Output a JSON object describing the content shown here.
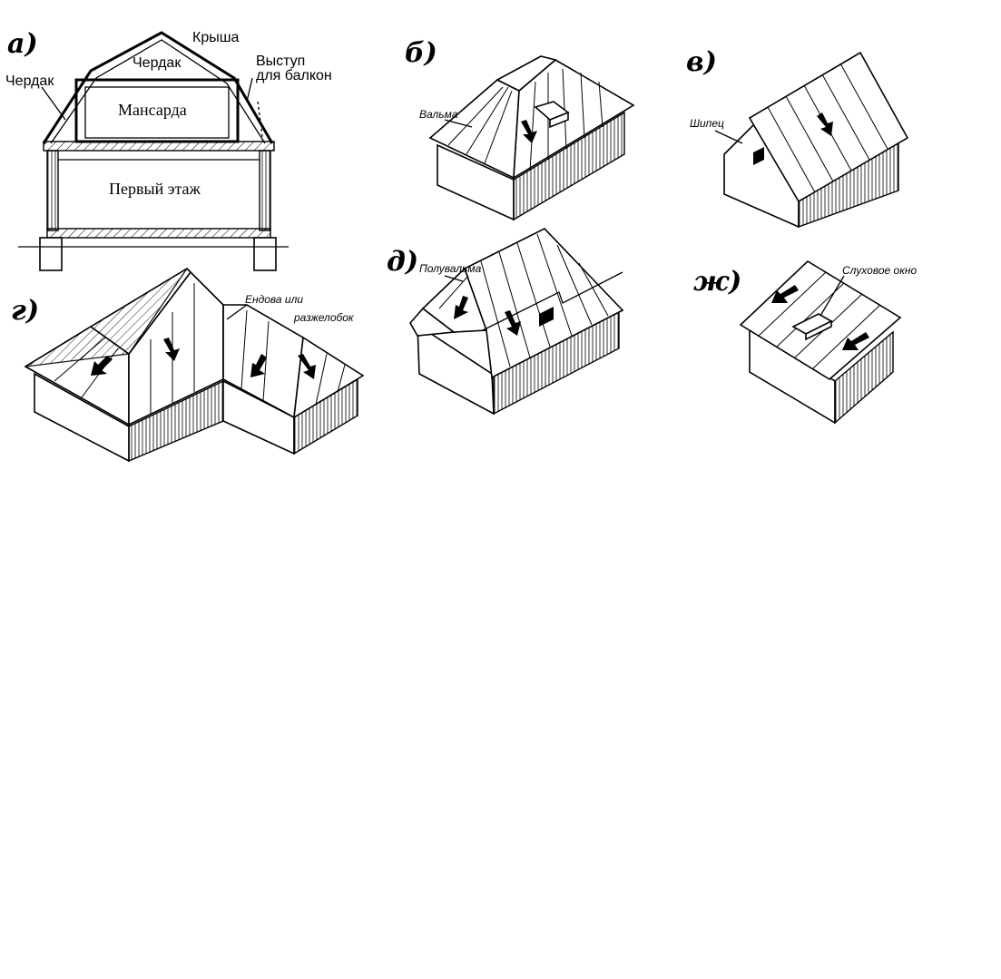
{
  "panels": {
    "a": {
      "letter": "а)",
      "labels": {
        "roof": "Крыша",
        "attic_top": "Чердак",
        "attic_left": "Чердак",
        "balcony_1": "Выступ",
        "balcony_2": "для балкон",
        "mansard": "Мансарда",
        "first_floor": "Первый этаж"
      }
    },
    "b": {
      "letter": "б)",
      "labels": {
        "hip": "Вальма"
      }
    },
    "v": {
      "letter": "в)",
      "labels": {
        "gable": "Шипец"
      }
    },
    "g": {
      "letter": "г)",
      "labels": {
        "valley_1": "Ендова или",
        "valley_2": "разжелобок"
      }
    },
    "d": {
      "letter": "д)",
      "labels": {
        "half_hip": "Полувальма"
      }
    },
    "zh": {
      "letter": "ж)",
      "labels": {
        "dormer": "Слуховое окно"
      }
    }
  },
  "colors": {
    "ink": "#000000",
    "paper": "#ffffff"
  }
}
